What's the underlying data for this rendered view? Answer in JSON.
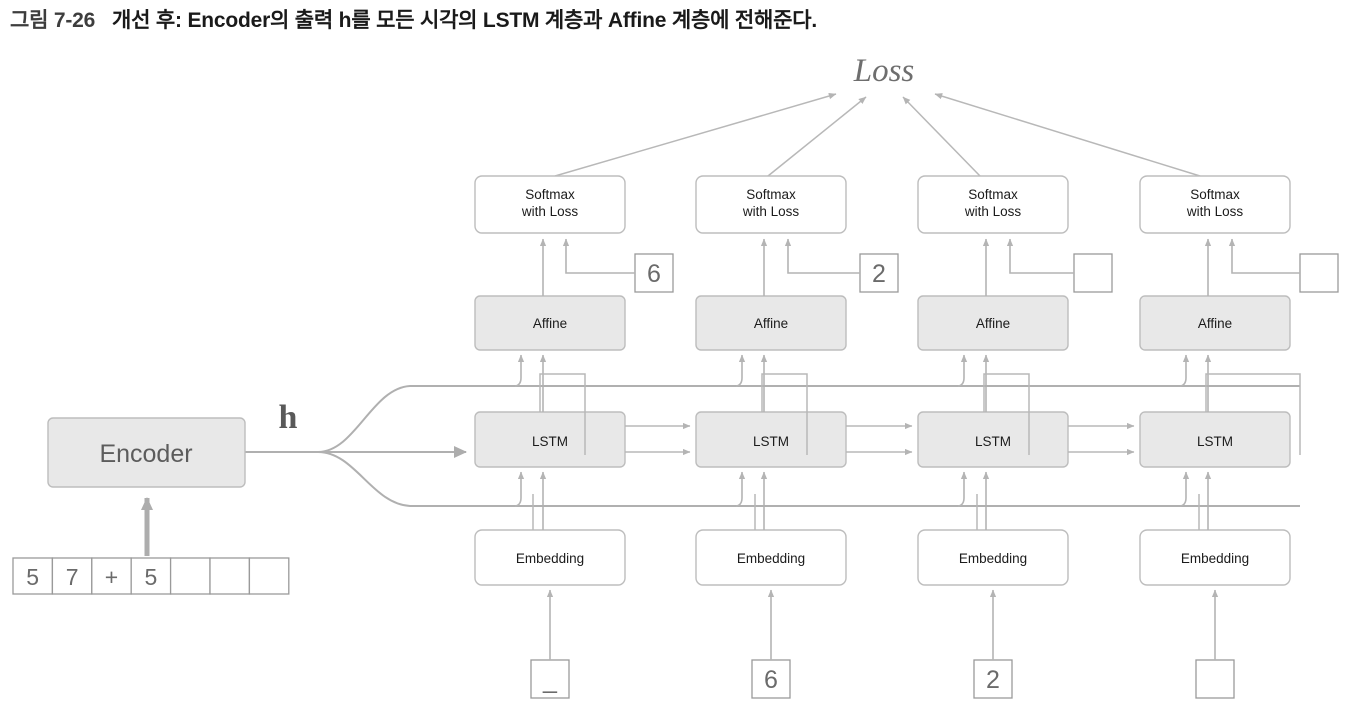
{
  "caption": {
    "figure_number": "그림 7-26",
    "text": "개선 후: Encoder의 출력 h를 모든 시각의 LSTM 계층과 Affine 계층에 전해준다."
  },
  "diagram": {
    "loss_label": "Loss",
    "h_label": "h",
    "encoder_label": "Encoder",
    "layer_labels": {
      "softmax": "Softmax\nwith Loss",
      "softmax_line1": "Softmax",
      "softmax_line2": "with Loss",
      "affine": "Affine",
      "lstm": "LSTM",
      "embedding": "Embedding"
    },
    "input_sequence": {
      "name": "encoder-input-sequence",
      "cells": [
        "5",
        "7",
        "+",
        "5",
        "",
        "",
        ""
      ]
    },
    "timesteps": [
      {
        "index": 0,
        "teacher_label": "6",
        "input_token": "_"
      },
      {
        "index": 1,
        "teacher_label": "2",
        "input_token": "6"
      },
      {
        "index": 2,
        "teacher_label": "",
        "input_token": "2"
      },
      {
        "index": 3,
        "teacher_label": "",
        "input_token": ""
      }
    ],
    "colors": {
      "box_gray_fill": "#e8e8e8",
      "box_white_fill": "#ffffff",
      "box_border": "#bdbdbd",
      "wire": "#b4b4b4",
      "text_dark": "#1b1b1b",
      "text_gray": "#6b6b6b",
      "caption_text": "#1a1a1a"
    }
  }
}
